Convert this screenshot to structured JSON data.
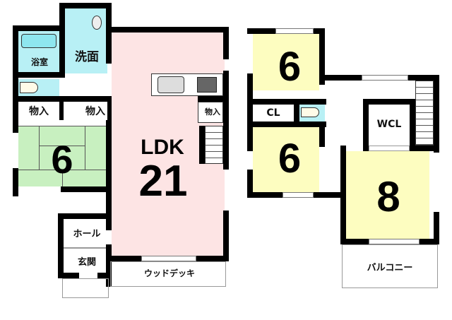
{
  "floor1": {
    "rooms": {
      "bath": {
        "label": "浴室",
        "color": "#b8f0f5"
      },
      "washroom": {
        "label": "洗面",
        "color": "#b8f0f5"
      },
      "toilet": {
        "label": "",
        "color": "#b8f0f5"
      },
      "storage_left": {
        "label": "物入"
      },
      "storage_right": {
        "label": "物入"
      },
      "japanese_room": {
        "label": "6",
        "color": "#c8f0c0"
      },
      "ldk": {
        "label": "LDK",
        "size": "21",
        "color": "#fde4e4"
      },
      "kitchen_storage": {
        "label": "物入"
      },
      "hall": {
        "label": "ホール"
      },
      "entrance": {
        "label": "玄関"
      },
      "wood_deck": {
        "label": "ウッドデッキ"
      }
    }
  },
  "floor2": {
    "rooms": {
      "bedroom_top": {
        "label": "6",
        "color": "#fdfdc0"
      },
      "closet": {
        "label": "CL"
      },
      "toilet": {
        "label": "",
        "color": "#b8f0f5"
      },
      "bedroom_mid": {
        "label": "6",
        "color": "#fdfdc0"
      },
      "walk_in_closet": {
        "label": "WCL"
      },
      "master_bedroom": {
        "label": "8",
        "color": "#fdfdc0"
      },
      "balcony": {
        "label": "バルコニー"
      }
    }
  }
}
